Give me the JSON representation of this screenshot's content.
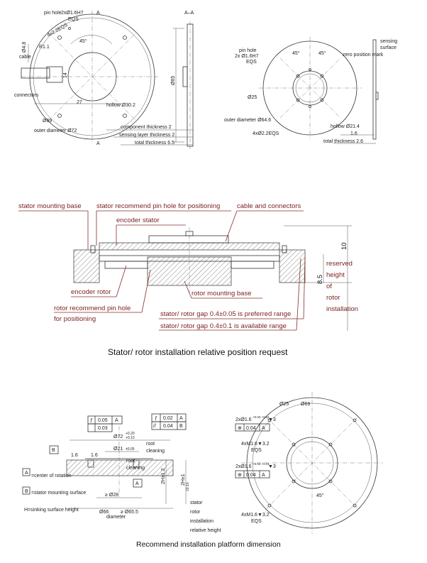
{
  "top_left": {
    "section_mark": "A",
    "section_mark_b": "A",
    "pin_hole": "pin hole",
    "pin_spec": "2xØ1.6H7",
    "pin_eqs": "EQS",
    "holes": "4x2.2EQS",
    "r": "R1.1",
    "angle": "45°",
    "d48": "Ø4.8",
    "cable": "cable",
    "d14": "14",
    "connectors": "connectors",
    "d27": "27",
    "hollow": "hollow Ø30.2",
    "d69": "Ø69",
    "outer": "outer diameter Ø72"
  },
  "top_mid": {
    "section": "A–A",
    "d65": "Ø65",
    "comp_thick": "component thickness 2",
    "sens_thick": "sensing layer thickness 2",
    "total_thick": "total thickness 6.5"
  },
  "top_right": {
    "pin_hole": "pin hole",
    "pin_spec": "2x  Ø1.6H7",
    "pin_eqs": "EQS",
    "angle1": "45°",
    "angle2": "45°",
    "zero": "zero position mark",
    "d25": "Ø25",
    "outer": "outer diameter Ø64.6",
    "holes": "4xØ2.2EQS",
    "hollow": "hollow Ø21.4",
    "sensing": "sensing",
    "surface": "surface",
    "d16": "1.6",
    "total": "total thickness  2.6"
  },
  "mid": {
    "stator_base": "stator mounting base",
    "stator_pin": "stator recommend pin hole for positioning",
    "cable_conn": "cable and connectors",
    "enc_stator": "encoder stator",
    "enc_rotor": "encoder rotor",
    "rotor_base": "rotor mounting base",
    "rotor_pin_1": "rotor recommend pin hole",
    "rotor_pin_2": "for positioning",
    "gap_pref": "stator/ rotor gap 0.4±0.05 is preferred range",
    "gap_avail": "stator/ rotor gap 0.4±0.1 is available range",
    "dim10": "10",
    "dim85": "8.5",
    "reserved": [
      "reserved",
      "height",
      "of",
      "rotor",
      "installation"
    ],
    "caption": "Stator/ rotor installation relative position request"
  },
  "bottom_left": {
    "tol1_sym": "ƒ",
    "tol1_val": "0.05",
    "tol1_ref": "A",
    "tol1b_val": "0.03",
    "tol2_sym": "ƒ",
    "tol2_val": "0.02",
    "tol2_ref": "A",
    "tol2b_sym": "//",
    "tol2b_val": "0.04",
    "tol2b_ref": "B",
    "d72": "Ø72",
    "d72_up": "+0.20",
    "d72_lo": "+0.10",
    "d21": "Ø21",
    "d21_tol": "±0.05",
    "root1": "root",
    "cleaning1": "cleaning",
    "root2": "root",
    "cleaning2": "cleaning",
    "b": "B",
    "a": "A",
    "d16a": "1.6",
    "d16b": "1.6",
    "a_label": "=center of rotation",
    "b_label": "=stator mounting surface",
    "h_label": "H=sinking surface height",
    "h_sym": "H",
    "d28": "≥ Ø28",
    "d66": "Ø66",
    "d65": "≥ Ø65.5",
    "diameter": "diameter",
    "dim_h": "2H±1.2",
    "dim_h2": "2H±1",
    "dim_h2_tol": "±0.10",
    "stator_lbl": [
      "stator",
      "rotor",
      "installation",
      "relative height"
    ]
  },
  "bottom_right": {
    "d25": "Ø25",
    "d69": "Ø69",
    "pin1": "2xØ1.6",
    "pin1_tol": "+0.03 +0.01",
    "pin1_depth": "▼3",
    "pos1_val": "0.04",
    "pos1_ref": "A",
    "m1": "4xM1.6▼3.2",
    "eqs1": "EQS",
    "pin2": "2xØ1.6",
    "pin2_tol": "+0.03 +0.01",
    "pin2_depth": "▼3",
    "pos2_val": "0.04",
    "pos2_ref": "A",
    "angle": "45°",
    "m2": "4xM1.6▼3.2",
    "eqs2": "EQS",
    "caption": "Recommend installation platform dimension"
  }
}
